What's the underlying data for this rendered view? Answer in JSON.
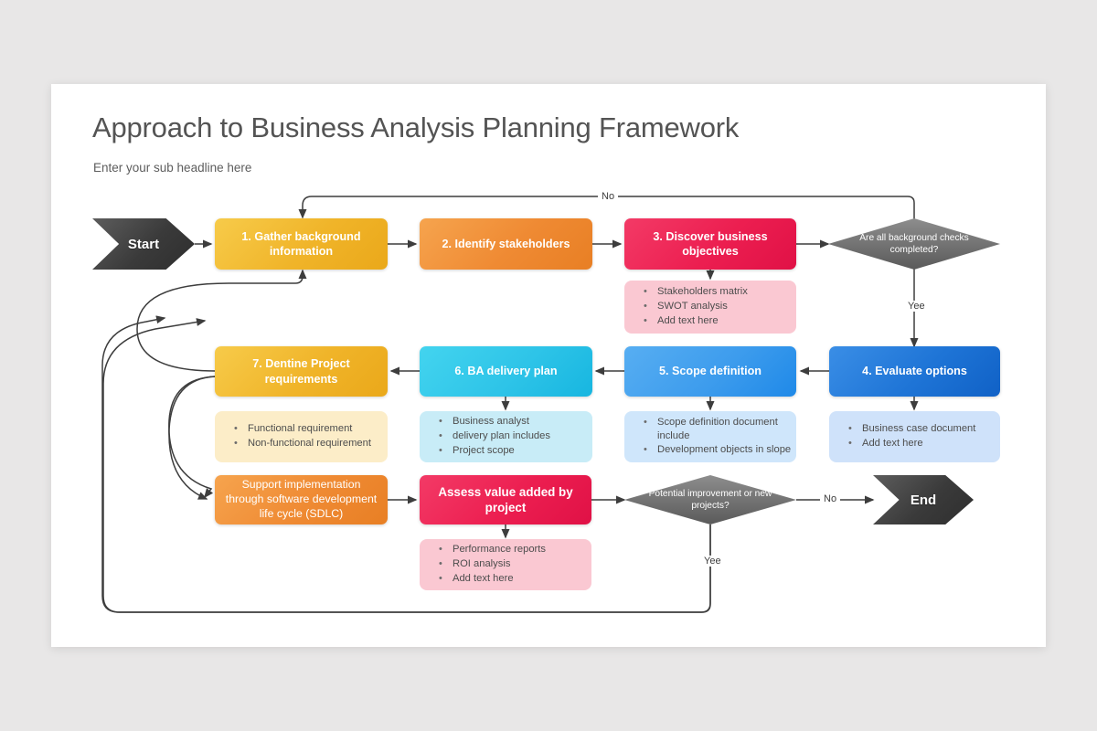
{
  "page": {
    "title": "Approach to Business Analysis Planning Framework",
    "subtitle": "Enter your sub headline here",
    "background_color": "#e8e7e7",
    "canvas_color": "#ffffff"
  },
  "terminators": {
    "start": "Start",
    "end": "End"
  },
  "nodes": {
    "n1": {
      "label": "1. Gather background information",
      "color": "#f0b429"
    },
    "n2": {
      "label": "2. Identify stakeholders",
      "color": "#ef8a33"
    },
    "n3": {
      "label": "3. Discover business objectives",
      "color": "#ec1e50"
    },
    "n4": {
      "label": "4. Evaluate options",
      "color": "#1e74d6"
    },
    "n5": {
      "label": "5. Scope definition",
      "color": "#3d9ced"
    },
    "n6": {
      "label": "6. BA delivery plan",
      "color": "#2ec4e8"
    },
    "n7": {
      "label": "7. Dentine Project requirements",
      "color": "#f0b429"
    },
    "n8": {
      "label": "Support implementation through software development  life cycle (SDLC)",
      "color": "#ef8a33"
    },
    "n9": {
      "label": "Assess value added by project",
      "color": "#ec1e50"
    }
  },
  "decisions": {
    "d1": {
      "label": "Are all background checks completed?",
      "color": "#6e6e6e"
    },
    "d2": {
      "label": "Potential improvement or new projects?",
      "color": "#6e6e6e"
    }
  },
  "notes": {
    "note3": {
      "color": "#fac8d2",
      "items": [
        "Stakeholders matrix",
        "SWOT analysis",
        "Add text here"
      ]
    },
    "note7": {
      "color": "#fcedc8",
      "items": [
        "Functional requirement",
        "Non-functional requirement"
      ]
    },
    "note6": {
      "color": "#c8ecf7",
      "items": [
        "Business analyst",
        "delivery plan includes",
        "Project scope"
      ]
    },
    "note5": {
      "color": "#cfe6fb",
      "items": [
        "Scope definition document include",
        "Development objects in slope"
      ]
    },
    "note4": {
      "color": "#cfe2fa",
      "items": [
        "Business case document",
        "Add text here"
      ]
    },
    "note9": {
      "color": "#fac8d2",
      "items": [
        "Performance reports",
        "ROI analysis",
        "Add text here"
      ]
    }
  },
  "edge_labels": {
    "no_top": "No",
    "yes_right": "Yee",
    "no_bottom": "No",
    "yes_bottom": "Yee"
  }
}
